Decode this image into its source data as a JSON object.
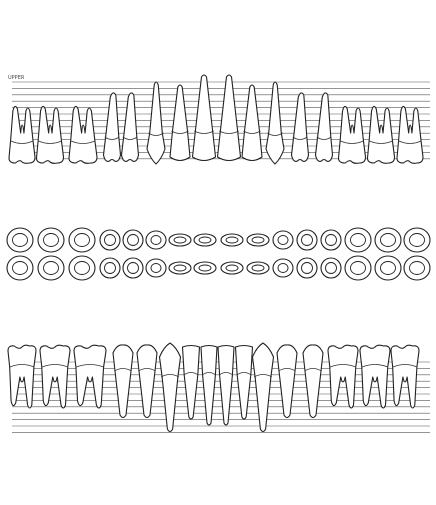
{
  "corner_label": "UPPER",
  "colors": {
    "line": "#555555",
    "outline": "#222222",
    "background": "#ffffff"
  },
  "upper_teeth": [
    "molar",
    "molar",
    "molar",
    "premolar",
    "premolar",
    "canine",
    "incisor",
    "incisor",
    "incisor",
    "incisor",
    "canine",
    "premolar",
    "premolar",
    "molar",
    "molar",
    "molar"
  ],
  "lower_teeth": [
    "molar",
    "molar",
    "molar",
    "premolar",
    "premolar",
    "canine",
    "incisor",
    "incisor",
    "incisor",
    "incisor",
    "canine",
    "premolar",
    "premolar",
    "molar",
    "molar",
    "molar"
  ],
  "occlusal_rows": [
    [
      "molar",
      "molar",
      "molar",
      "premolar",
      "premolar",
      "canine",
      "incisor",
      "incisor",
      "incisor",
      "incisor",
      "canine",
      "premolar",
      "premolar",
      "molar",
      "molar",
      "molar"
    ],
    [
      "molar",
      "molar",
      "molar",
      "premolar",
      "premolar",
      "canine",
      "incisor",
      "incisor",
      "incisor",
      "incisor",
      "canine",
      "premolar",
      "premolar",
      "molar",
      "molar",
      "molar"
    ]
  ]
}
